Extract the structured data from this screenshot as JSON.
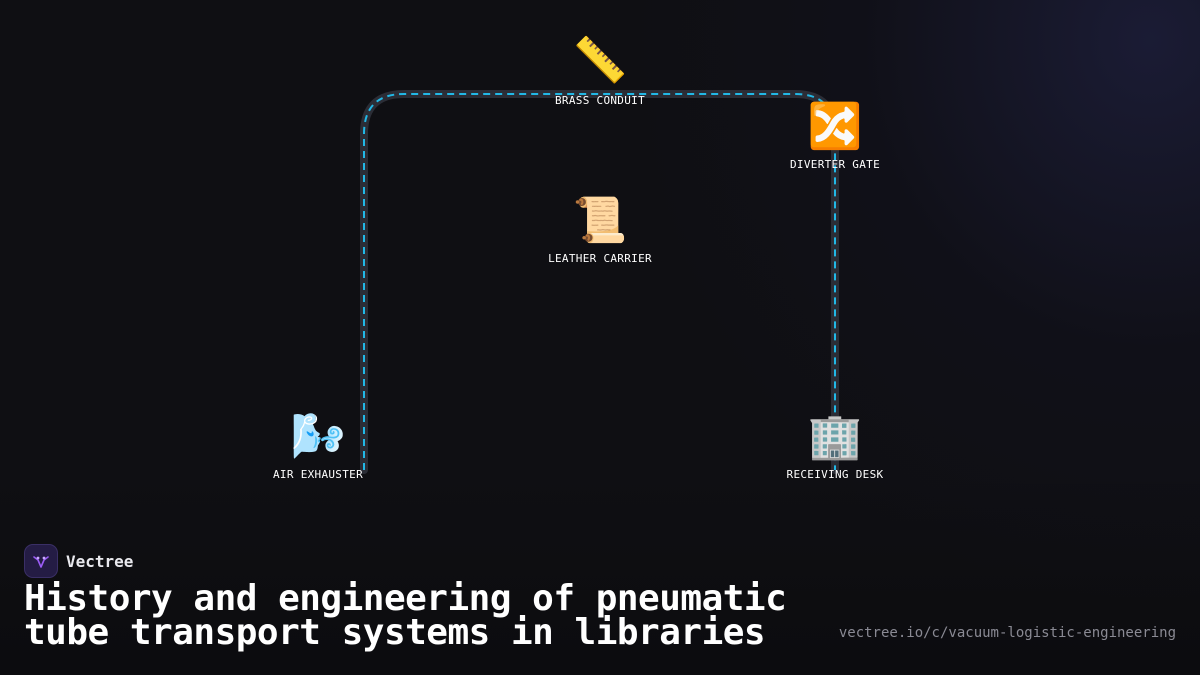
{
  "brand": {
    "name": "Vectree",
    "logo_icon": "vectree-logo-icon"
  },
  "title": "History and engineering of pneumatic tube transport systems in libraries",
  "url": "vectree.io/c/vacuum-logistic-engineering",
  "colors": {
    "background": "#0f0f13",
    "tube": "#2b2d36",
    "flow": "#22b8e6",
    "accent": "#9b5cf6"
  },
  "diagram": {
    "nodes": [
      {
        "id": "brass-conduit",
        "label": "BRASS CONDUIT",
        "icon": "ruler-icon",
        "glyph": "📏"
      },
      {
        "id": "diverter-gate",
        "label": "DIVERTER GATE",
        "icon": "shuffle-icon",
        "glyph": "🔀"
      },
      {
        "id": "leather-carrier",
        "label": "LEATHER CARRIER",
        "icon": "scroll-icon",
        "glyph": "📜"
      },
      {
        "id": "air-exhauster",
        "label": "AIR EXHAUSTER",
        "icon": "wind-icon",
        "glyph": "🌬️"
      },
      {
        "id": "receiving-desk",
        "label": "RECEIVING DESK",
        "icon": "office-building-icon",
        "glyph": "🏢"
      }
    ]
  }
}
